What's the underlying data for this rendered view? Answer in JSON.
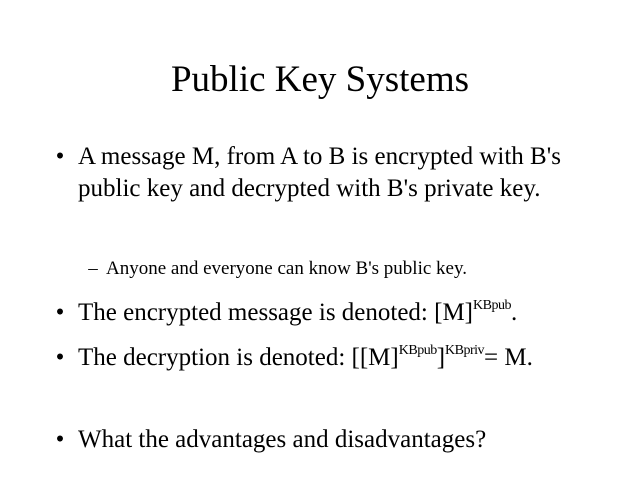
{
  "slide": {
    "title": "Public Key Systems",
    "bullets": [
      {
        "text": "A message M, from A to B is encrypted with B's public key and decrypted with B's private key."
      },
      {
        "text": "Anyone and everyone can know B's public key.",
        "level": 2
      },
      {
        "pre": "The encrypted message is denoted: [M]",
        "sup1": "KBpub",
        "post": "."
      },
      {
        "pre": "The decryption is denoted: [[M]",
        "sup1": "KBpub",
        "mid": "]",
        "sup2": "KBpriv",
        "post": "= M."
      },
      {
        "text": "What the advantages and disadvantages?"
      }
    ],
    "bullet_glyph": "•",
    "sub_bullet_glyph": "–"
  }
}
